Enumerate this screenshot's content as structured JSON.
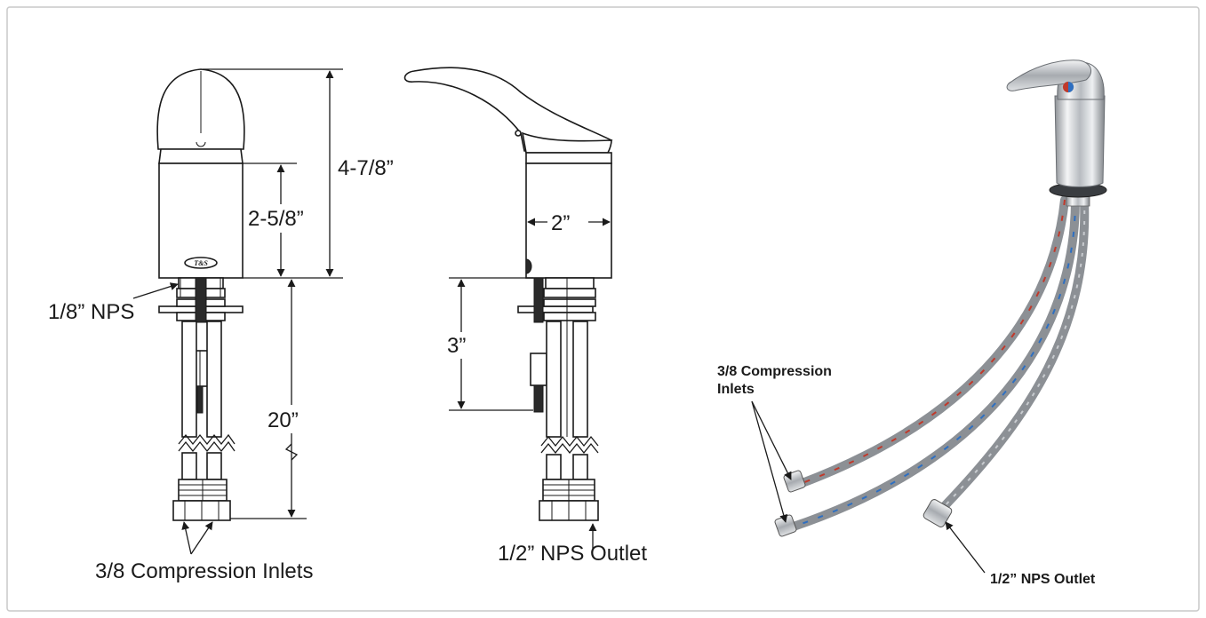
{
  "front_view": {
    "dim_overall_height": "4-7/8”",
    "dim_body_height": "2-5/8”",
    "dim_hose_length": "20”",
    "label_air_port": "1/8” NPS",
    "label_inlets": "3/8 Compression Inlets",
    "brand_mark": "T&S"
  },
  "side_view": {
    "dim_body_width": "2”",
    "dim_shank_length": "3”",
    "label_outlet": "1/2” NPS Outlet"
  },
  "product_view": {
    "label_inlets_line1": "3/8 Compression",
    "label_inlets_line2": "Inlets",
    "label_outlet": "1/2” NPS Outlet",
    "hot_color": "#c0392b",
    "cold_color": "#2e6fc1"
  }
}
